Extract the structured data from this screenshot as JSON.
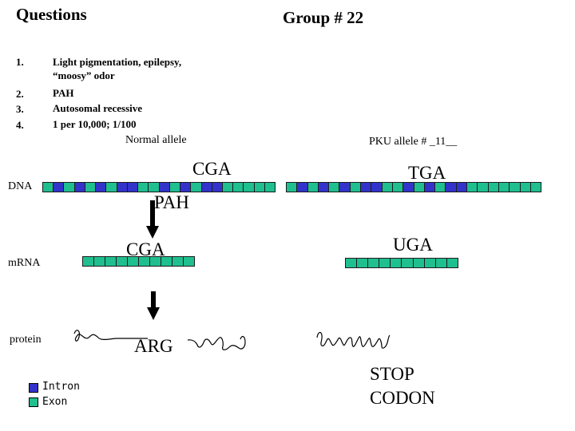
{
  "header": {
    "title": "Questions",
    "group": "Group # 22"
  },
  "questions": [
    {
      "num": "1.",
      "text": "Light pigmentation, epilepsy,",
      "text2": "“moosy” odor"
    },
    {
      "num": "2.",
      "text": "PAH"
    },
    {
      "num": "3.",
      "text": "Autosomal recessive"
    },
    {
      "num": "4.",
      "text": "1 per 10,000; 1/100"
    }
  ],
  "alleles": {
    "normal_label": "Normal allele",
    "pku_label": "PKU allele # _11__"
  },
  "rows": {
    "dna_label": "DNA",
    "mrna_label": "mRNA",
    "protein_label": "protein"
  },
  "normal": {
    "dna_codon": "CGA",
    "enzyme": "PAH",
    "mrna_codon": "CGA",
    "protein_aa": "ARG"
  },
  "pku": {
    "dna_codon": "TGA",
    "mrna_codon": "UGA",
    "stop_line1": "STOP",
    "stop_line2": "CODON"
  },
  "legend": {
    "intron_label": "Intron",
    "exon_label": "Exon",
    "intron_color": "#3333cc",
    "exon_color": "#1fbf8f"
  }
}
